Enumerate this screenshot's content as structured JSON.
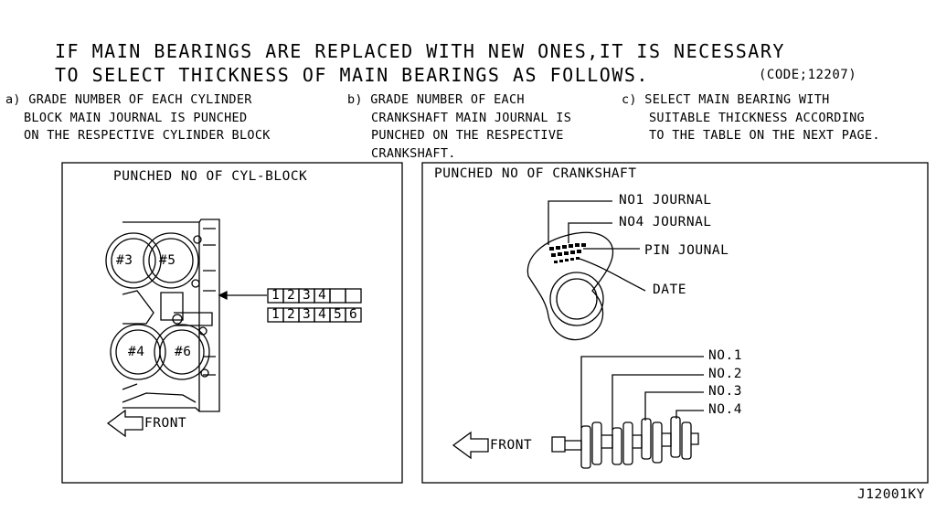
{
  "header": {
    "line1": "IF MAIN BEARINGS ARE REPLACED WITH NEW ONES,IT IS NECESSARY",
    "line2": "TO SELECT THICKNESS OF MAIN BEARINGS AS FOLLOWS.",
    "code": "(CODE;12207)"
  },
  "instructions": {
    "a": [
      "a) GRADE NUMBER OF EACH CYLINDER",
      "BLOCK MAIN JOURNAL IS PUNCHED",
      "ON THE RESPECTIVE CYLINDER BLOCK"
    ],
    "b": [
      "b) GRADE NUMBER OF EACH",
      "CRANKSHAFT MAIN JOURNAL IS",
      "PUNCHED ON THE RESPECTIVE",
      "CRANKSHAFT."
    ],
    "c": [
      "c) SELECT MAIN BEARING WITH",
      "SUITABLE THICKNESS ACCORDING",
      "TO THE TABLE ON THE NEXT PAGE."
    ]
  },
  "left_panel": {
    "title": "PUNCHED NO OF CYL-BLOCK",
    "cylinders": [
      "#3",
      "#5",
      "#4",
      "#6"
    ],
    "row1": [
      "1",
      "2",
      "3",
      "4",
      "",
      ""
    ],
    "row2": [
      "1",
      "2",
      "3",
      "4",
      "5",
      "6"
    ],
    "front": "FRONT"
  },
  "right_panel": {
    "title": "PUNCHED NO OF CRANKSHAFT",
    "labels": [
      "NO1 JOURNAL",
      "NO4 JOURNAL",
      "PIN JOUNAL",
      "DATE"
    ],
    "journals": [
      "NO.1",
      "NO.2",
      "NO.3",
      "NO.4"
    ],
    "front": "FRONT"
  },
  "figure_id": "J12001KY"
}
